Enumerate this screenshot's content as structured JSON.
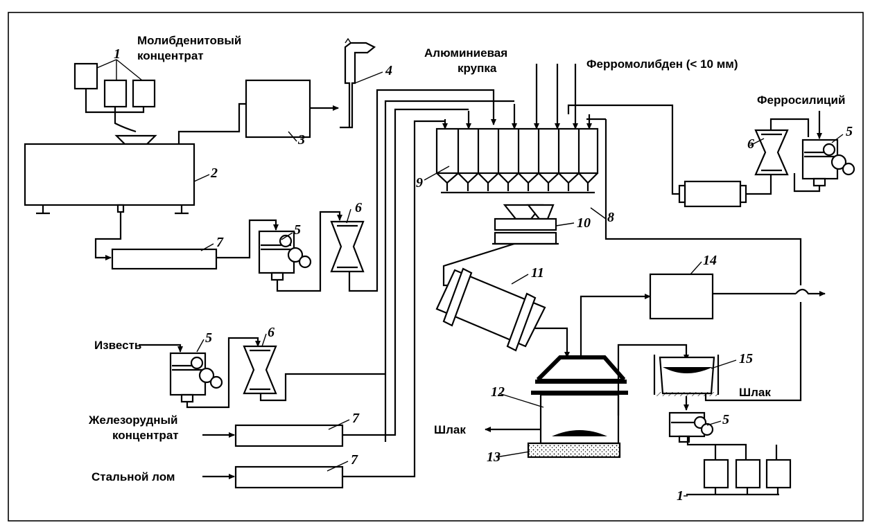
{
  "labels": {
    "molybdenite": [
      "Молибденитовый",
      "концентрат"
    ],
    "aluminium": [
      "Алюминиевая",
      "крупка"
    ],
    "ferromolybdenum": "Ферромолибден (< 10 мм)",
    "ferrosilicon": "Ферросилиций",
    "lime": "Известь",
    "iron_ore": [
      "Железорудный",
      "концентрат"
    ],
    "steel_scrap": "Стальной лом",
    "slag_left": "Шлак",
    "slag_right": "Шлак"
  },
  "numbers": {
    "n1": "1",
    "n1b": "1",
    "n2": "2",
    "n3": "3",
    "n4": "4",
    "n5a": "5",
    "n5b": "5",
    "n5c": "5",
    "n5d": "5",
    "n6a": "6",
    "n6b": "6",
    "n6c": "6",
    "n7a": "7",
    "n7b": "7",
    "n7c": "7",
    "n8": "8",
    "n9": "9",
    "n10": "10",
    "n11": "11",
    "n12": "12",
    "n13": "13",
    "n14": "14",
    "n15": "15"
  }
}
